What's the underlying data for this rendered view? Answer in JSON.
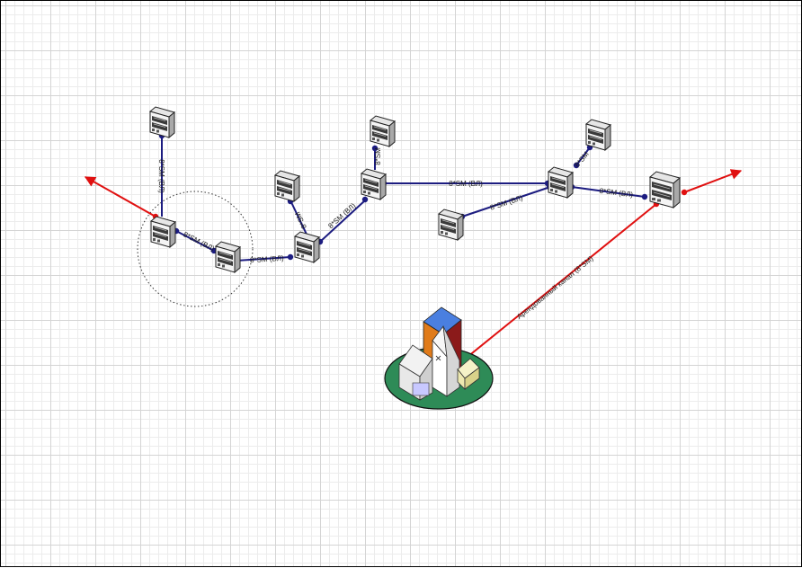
{
  "diagram": {
    "links": [
      {
        "id": "l1",
        "label": "8*SM (ВЛ)"
      },
      {
        "id": "l2",
        "label": "8*SM (ВЛ)"
      },
      {
        "id": "l3",
        "label": "8*SM (ВЛ)"
      },
      {
        "id": "l4",
        "label": "8*SM"
      },
      {
        "id": "l5",
        "label": "8*SM (ВЛ)"
      },
      {
        "id": "l6",
        "label": "8*SM"
      },
      {
        "id": "l7",
        "label": "8*SM (ВЛ)"
      },
      {
        "id": "l8",
        "label": "8*SM"
      },
      {
        "id": "l9",
        "label": "8*SM (ВЛ)"
      },
      {
        "id": "l10",
        "label": "8*SM (ВЛ)"
      },
      {
        "id": "l11",
        "label": "Арендованный канал (8*SM)"
      }
    ],
    "colors": {
      "link": "#1c1c80",
      "rented_link": "#e01010",
      "grid": "#d4d4d4",
      "ground": "#2e8b57"
    },
    "icons": {
      "server": "server-icon",
      "building": "building-icon"
    }
  }
}
